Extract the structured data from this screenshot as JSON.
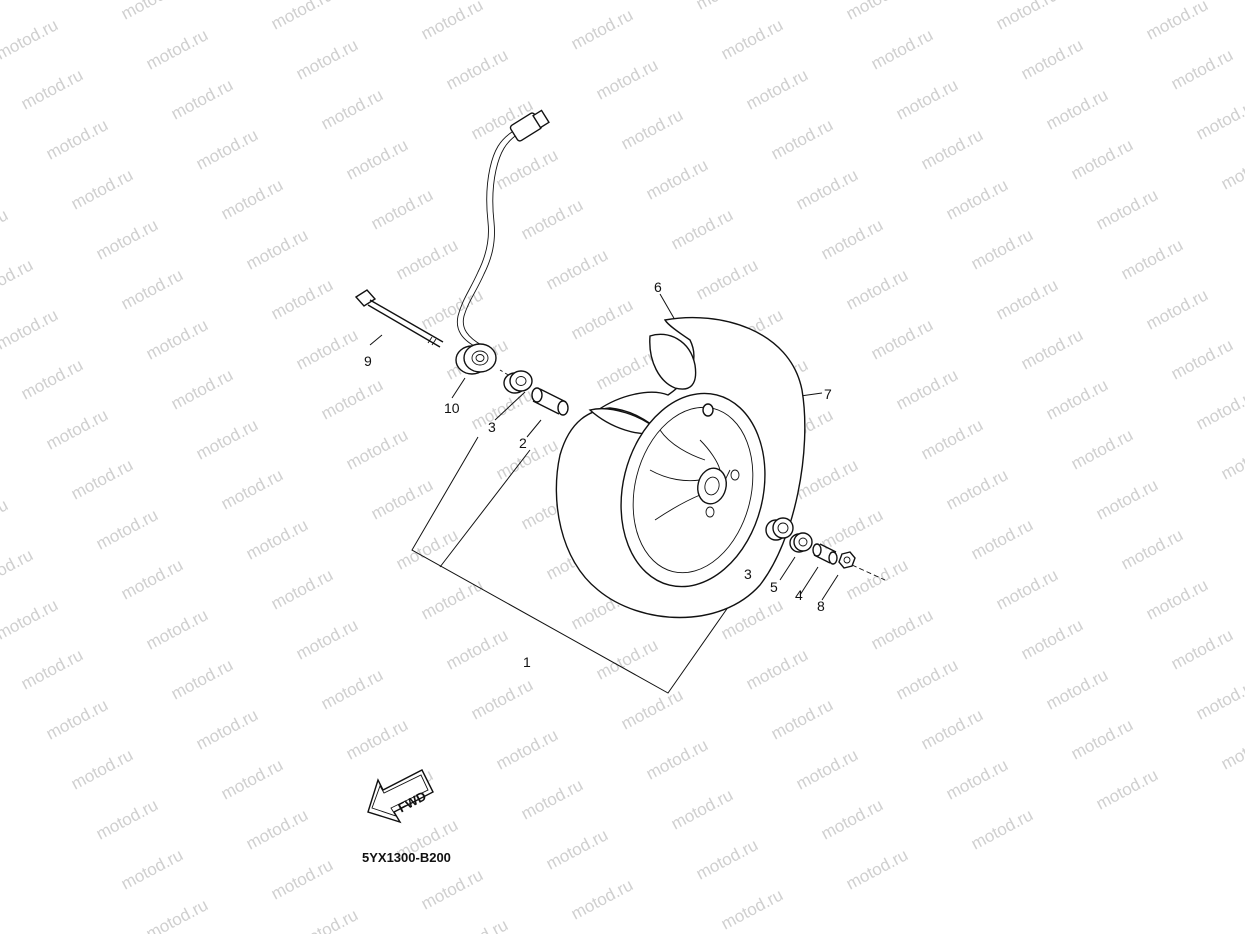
{
  "diagram": {
    "watermark": "motod.ru",
    "part_code": "5YX1300-B200",
    "fwd_label": "FWD",
    "callouts": [
      {
        "id": "c1",
        "label": "1"
      },
      {
        "id": "c2",
        "label": "2"
      },
      {
        "id": "c3a",
        "label": "3"
      },
      {
        "id": "c3b",
        "label": "3"
      },
      {
        "id": "c4",
        "label": "4"
      },
      {
        "id": "c5",
        "label": "5"
      },
      {
        "id": "c6",
        "label": "6"
      },
      {
        "id": "c7",
        "label": "7"
      },
      {
        "id": "c8",
        "label": "8"
      },
      {
        "id": "c9",
        "label": "9"
      },
      {
        "id": "c10",
        "label": "10"
      }
    ]
  }
}
